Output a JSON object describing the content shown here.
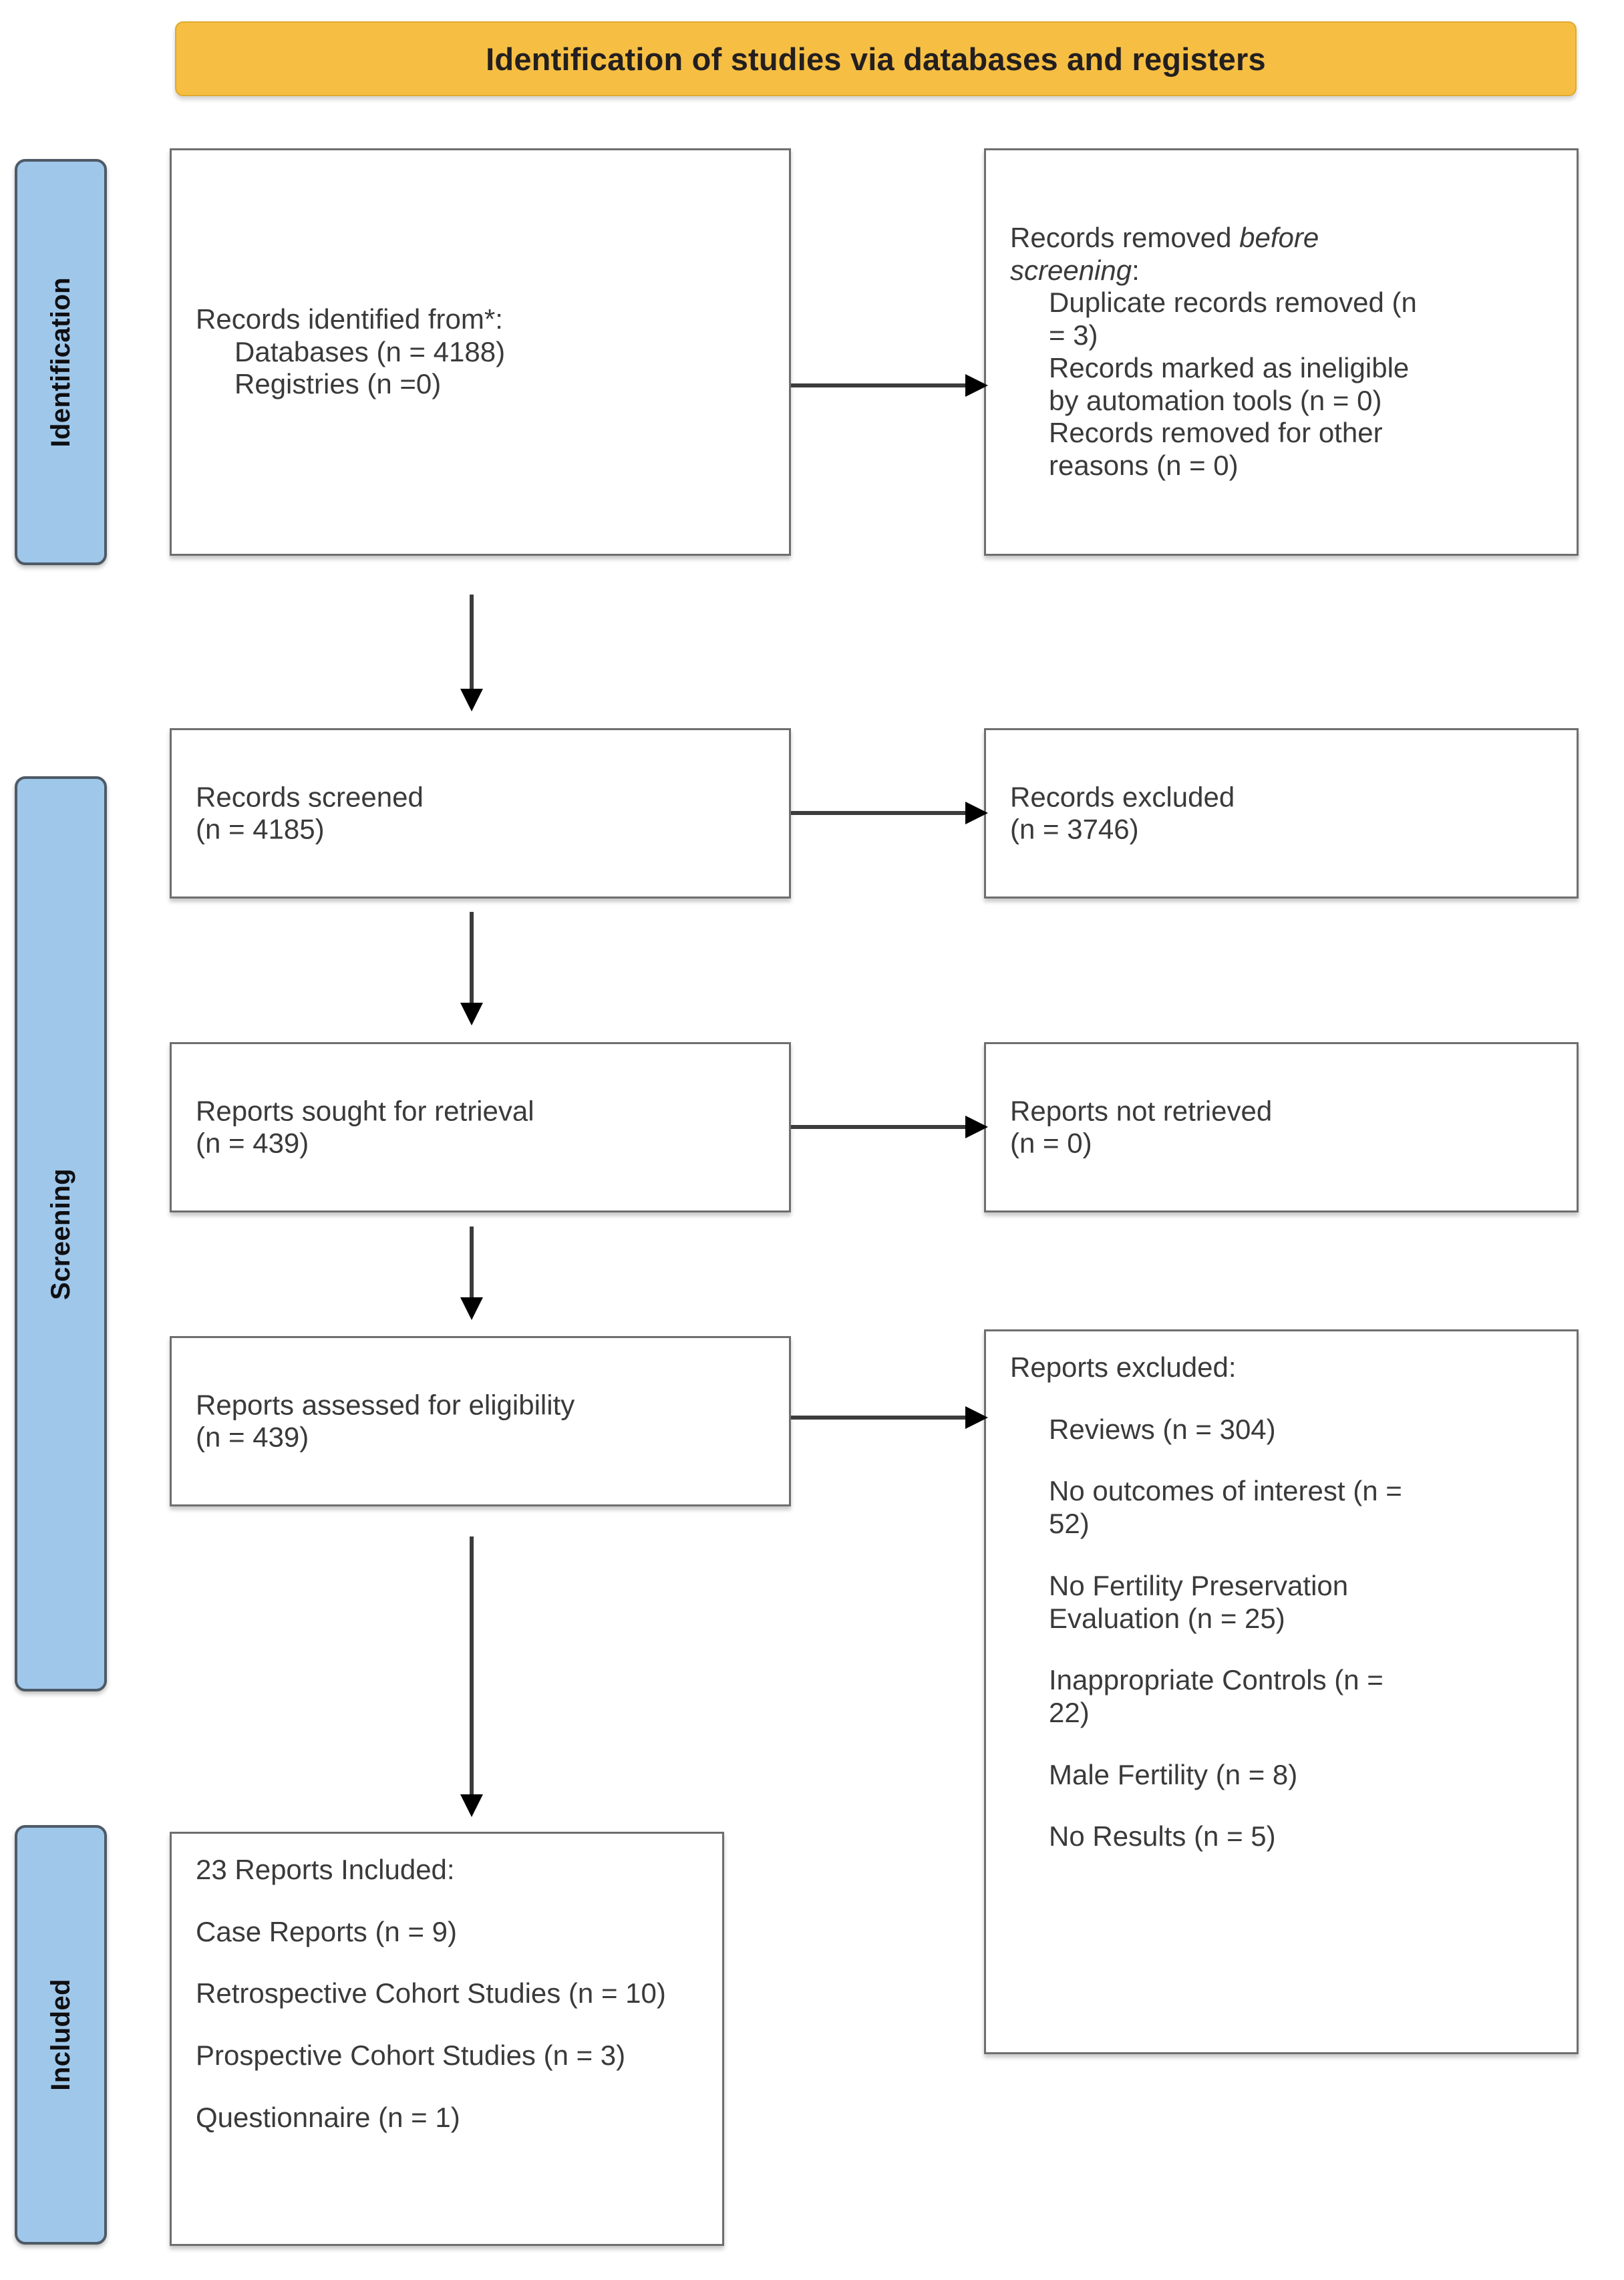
{
  "header": {
    "title": "Identification of studies via databases and registers"
  },
  "stages": [
    {
      "id": "identification",
      "label": "Identification"
    },
    {
      "id": "screening",
      "label": "Screening"
    },
    {
      "id": "included",
      "label": "Included"
    }
  ],
  "colors": {
    "header_fill": "#F6BF43",
    "stage_fill": "#9FC7EA",
    "stage_border": "#4D5A66",
    "box_border": "#6E6E6E",
    "box_fill": "#FFFFFF",
    "text": "#3A3A3A",
    "arrow": "#000000"
  },
  "boxes": {
    "identified": {
      "lines": [
        "Records identified from*:",
        "Databases (n = 4188)",
        "Registries (n =0)"
      ]
    },
    "removed_before_screening": {
      "heading_plain": "Records removed ",
      "heading_italic": "before",
      "heading_italic_2": "screening",
      "heading_colon": ":",
      "lines": [
        "Duplicate records removed (n",
        "= 3)",
        "Records marked as ineligible",
        "by automation tools (n = 0)",
        "Records removed for other",
        "reasons (n = 0)"
      ]
    },
    "records_screened": {
      "lines": [
        "Records screened",
        "(n = 4185)"
      ]
    },
    "records_excluded": {
      "lines": [
        "Records excluded",
        "(n = 3746)"
      ]
    },
    "reports_sought": {
      "lines": [
        "Reports sought for retrieval",
        "(n = 439)"
      ]
    },
    "reports_not_retrieved": {
      "lines": [
        "Reports not retrieved",
        "(n = 0)"
      ]
    },
    "reports_assessed": {
      "lines": [
        "Reports assessed for eligibility",
        "(n = 439)"
      ]
    },
    "reports_excluded": {
      "heading": "Reports excluded:",
      "items": [
        "Reviews (n = 304)",
        "No outcomes of interest (n =",
        "52)",
        "No Fertility Preservation",
        "Evaluation (n = 25)",
        "Inappropriate Controls (n =",
        "22)",
        "Male Fertility (n = 8)",
        "No Results (n = 5)"
      ]
    },
    "reports_included": {
      "heading": "23 Reports Included:",
      "items": [
        "Case Reports (n = 9)",
        "Retrospective Cohort Studies (n = 10)",
        "Prospective Cohort Studies  (n = 3)",
        "Questionnaire (n = 1)"
      ]
    }
  },
  "chart_data": {
    "type": "table",
    "title": "Identification of studies via databases and registers",
    "stages": [
      "Identification",
      "Screening",
      "Included"
    ],
    "nodes": [
      {
        "stage": "Identification",
        "name": "Records identified from databases",
        "n": 4188
      },
      {
        "stage": "Identification",
        "name": "Records identified from registries",
        "n": 0
      },
      {
        "stage": "Identification",
        "name": "Duplicate records removed",
        "n": 3
      },
      {
        "stage": "Identification",
        "name": "Records marked as ineligible by automation tools",
        "n": 0
      },
      {
        "stage": "Identification",
        "name": "Records removed for other reasons",
        "n": 0
      },
      {
        "stage": "Screening",
        "name": "Records screened",
        "n": 4185
      },
      {
        "stage": "Screening",
        "name": "Records excluded",
        "n": 3746
      },
      {
        "stage": "Screening",
        "name": "Reports sought for retrieval",
        "n": 439
      },
      {
        "stage": "Screening",
        "name": "Reports not retrieved",
        "n": 0
      },
      {
        "stage": "Screening",
        "name": "Reports assessed for eligibility",
        "n": 439
      },
      {
        "stage": "Screening",
        "name": "Reports excluded: Reviews",
        "n": 304
      },
      {
        "stage": "Screening",
        "name": "Reports excluded: No outcomes of interest",
        "n": 52
      },
      {
        "stage": "Screening",
        "name": "Reports excluded: No Fertility Preservation Evaluation",
        "n": 25
      },
      {
        "stage": "Screening",
        "name": "Reports excluded: Inappropriate Controls",
        "n": 22
      },
      {
        "stage": "Screening",
        "name": "Reports excluded: Male Fertility",
        "n": 8
      },
      {
        "stage": "Screening",
        "name": "Reports excluded: No Results",
        "n": 5
      },
      {
        "stage": "Included",
        "name": "Reports Included",
        "n": 23
      },
      {
        "stage": "Included",
        "name": "Case Reports",
        "n": 9
      },
      {
        "stage": "Included",
        "name": "Retrospective Cohort Studies",
        "n": 10
      },
      {
        "stage": "Included",
        "name": "Prospective Cohort Studies",
        "n": 3
      },
      {
        "stage": "Included",
        "name": "Questionnaire",
        "n": 1
      }
    ]
  }
}
